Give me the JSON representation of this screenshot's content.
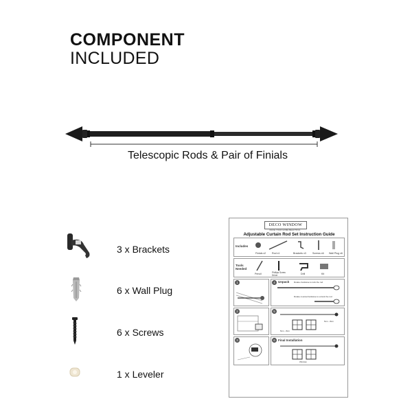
{
  "header": {
    "line1": "COMPONENT",
    "line2": "INCLUDED"
  },
  "rod": {
    "caption": "Telescopic Rods & Pair of Finials",
    "color": "#1a1a1a"
  },
  "components": [
    {
      "icon": "bracket-icon",
      "label": "3 x Brackets"
    },
    {
      "icon": "wall-plug-icon",
      "label": "6 x Wall Plug"
    },
    {
      "icon": "screw-icon",
      "label": "6 x Screws"
    },
    {
      "icon": "leveler-icon",
      "label": "1 x Leveler"
    }
  ],
  "guide": {
    "brand": "DECO WINDOW",
    "brand_sub": "MAKE YOUR HOME BEAUTIFUL",
    "title": "Adjustable Curtain Rod Set Instruction Guide",
    "includes_label": "Includes",
    "includes_items": [
      "Finials x2",
      "Rod x1",
      "Brackets x3",
      "Screws x6",
      "Wall Plug x6"
    ],
    "tools_label": "Tools Needed",
    "tools_items": [
      "Pencil",
      "Phillips Screw Driver",
      "Drill",
      "Kit"
    ],
    "step1": "1",
    "step4": "4",
    "step4_title": "Unpack",
    "step4_text_a": "Rotate clockwise to lock the rod",
    "step4_text_b": "Rotate counterclockwise to unlock the rod",
    "step2": "2",
    "step5": "5",
    "step3": "3",
    "step6": "6",
    "step6_title": "Final Installation",
    "step5_measure_a": "5cm - 8cm",
    "step5_measure_b": "5cm - 8cm",
    "step6_width": "Window"
  }
}
